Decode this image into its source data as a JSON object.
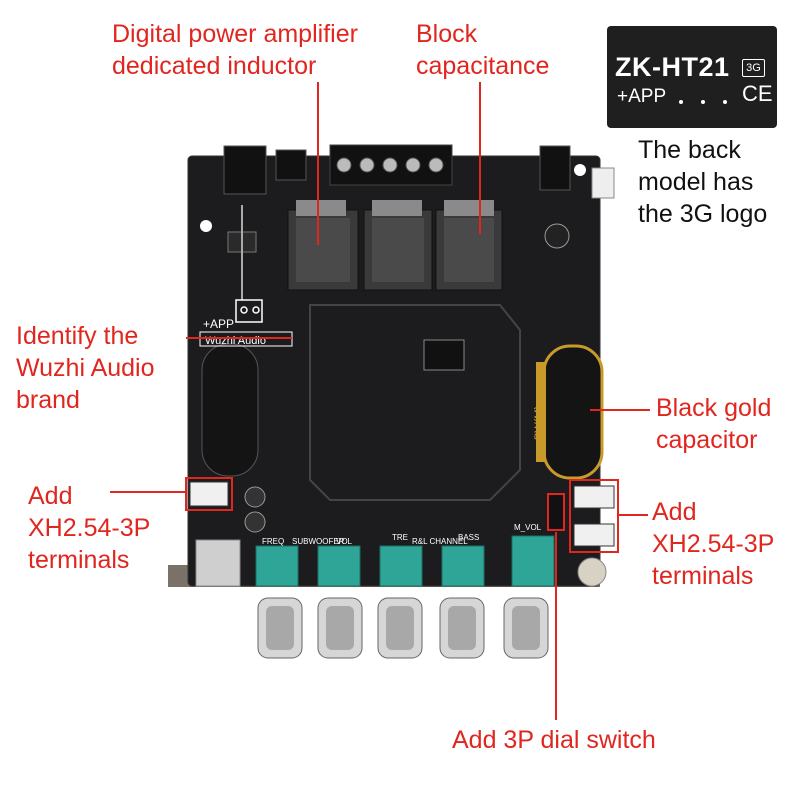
{
  "annotations": {
    "inductor": [
      "Digital power amplifier",
      "dedicated inductor"
    ],
    "capacitance": [
      "Block",
      "capacitance"
    ],
    "brand": [
      "Identify the",
      "Wuzhi Audio",
      "brand"
    ],
    "gold_cap": [
      "Black gold",
      "capacitor"
    ],
    "left_terminal": [
      "Add",
      "XH2.54-3P",
      "terminals"
    ],
    "right_terminal": [
      "Add",
      "XH2.54-3P",
      "terminals"
    ],
    "dial_switch": "Add 3P dial switch",
    "back_note": [
      "The back",
      "model has",
      "the 3G logo"
    ]
  },
  "badge": {
    "model": "ZK-HT21",
    "app": "+APP",
    "mark": "3G",
    "ce": "CE"
  },
  "board": {
    "silk_app": "+APP",
    "silk_brand": "Wuzhi Audio",
    "knob_labels": [
      "FREQ",
      "SUBWOOFER",
      "VOL",
      "TRE",
      "R&L CHANNEL",
      "BASS",
      "M_VOL"
    ],
    "cap_text": "PW(M)"
  },
  "colors": {
    "annotation": "#e0261f",
    "board": "#1c1c1e",
    "knob_base": "#2fa598"
  }
}
